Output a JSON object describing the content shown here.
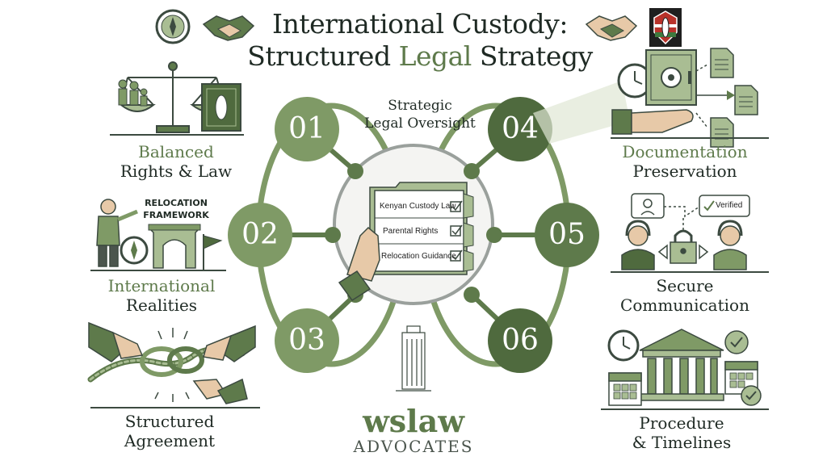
{
  "title": {
    "line1": "International Custody:",
    "line2_prefix": "Structured ",
    "line2_accent": "Legal",
    "line2_suffix": " Strategy"
  },
  "center": {
    "label_line1": "Strategic",
    "label_line2": "Legal Oversight",
    "checklist": [
      "Kenyan Custody Law",
      "Parental Rights",
      "Relocation Guidance"
    ]
  },
  "nodes": [
    {
      "number": "01"
    },
    {
      "number": "02"
    },
    {
      "number": "03"
    },
    {
      "number": "04"
    },
    {
      "number": "05"
    },
    {
      "number": "06"
    }
  ],
  "left": {
    "balanced": {
      "line1": "Balanced",
      "line2": "Rights & Law"
    },
    "international": {
      "line1": "International",
      "line2": "Realities",
      "caption_line1": "RELOCATION",
      "caption_line2": "FRAMEWORK"
    },
    "structured": {
      "line1": "Structured",
      "line2": "Agreement"
    }
  },
  "right": {
    "documentation": {
      "line1": "Documentation",
      "line2": "Preservation"
    },
    "secure": {
      "line1": "Secure",
      "line2": "Communication",
      "badge": "Verified"
    },
    "procedure": {
      "line1": "Procedure",
      "line2": "& Timelines"
    }
  },
  "brand": {
    "name": "wslaw",
    "sub": "ADVOCATES"
  },
  "colors": {
    "dark_green": "#5e7a4b",
    "mid_green": "#7f9a66",
    "light_green": "#a9bd93",
    "darkest_green": "#4f6a3e"
  },
  "icons": [
    "compass-icon",
    "handshake-icon",
    "scales-icon",
    "book-icon",
    "family-icon",
    "person-pointing-icon",
    "arch-icon",
    "flag-icon",
    "rope-knot-icon",
    "hands-icon",
    "clock-icon",
    "safe-icon",
    "document-icon",
    "hand-icon",
    "headset-agent-icon",
    "padlock-icon",
    "courthouse-icon",
    "calendar-icon",
    "check-icon",
    "kenya-shield-icon",
    "building-icon",
    "checklist-folder-icon"
  ]
}
